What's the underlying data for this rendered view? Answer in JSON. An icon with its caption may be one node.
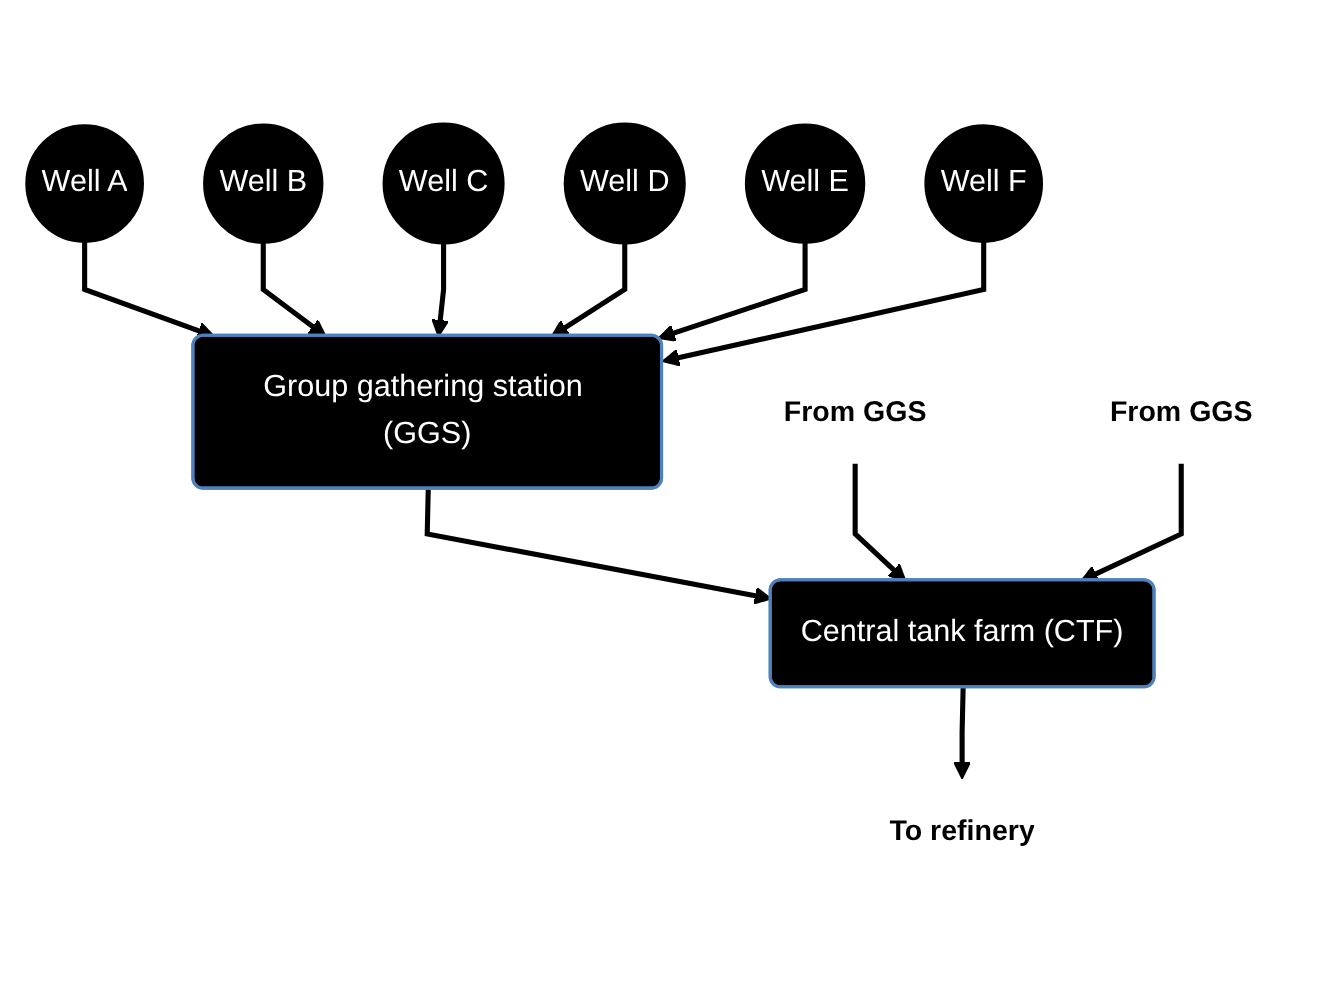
{
  "diagram": {
    "nodes": [
      {
        "text": [
          "Well A"
        ]
      },
      {
        "text": [
          "Well B"
        ]
      },
      {
        "text": [
          "Well C"
        ]
      },
      {
        "text": [
          "Group gathering station (GGS)"
        ]
      },
      {
        "text": [
          "Well D"
        ]
      },
      {
        "text": [
          "Well E"
        ]
      },
      {
        "text": [
          "Well F"
        ]
      },
      {
        "text": [
          "Central tank farm (CTF)"
        ]
      },
      {
        "text": [
          "From GGS"
        ]
      },
      {
        "text": [
          "From GGS"
        ]
      },
      {
        "text": [
          "To refinery"
        ]
      }
    ],
    "edges": [
      {
        "from": 0,
        "to": 3,
        "arrow": "to"
      },
      {
        "from": 1,
        "to": 3,
        "arrow": "to"
      },
      {
        "from": 2,
        "to": 3,
        "arrow": "to"
      },
      {
        "from": 4,
        "to": 3,
        "arrow": "to"
      },
      {
        "from": 5,
        "to": 3,
        "arrow": "to"
      },
      {
        "from": 6,
        "to": 3,
        "arrow": "to"
      },
      {
        "from": 3,
        "to": 7,
        "arrow": "to"
      },
      {
        "from": 8,
        "to": 7,
        "arrow": "to"
      },
      {
        "from": 9,
        "to": 7,
        "arrow": "to"
      },
      {
        "from": 7,
        "to": 10,
        "arrow": "to"
      }
    ]
  }
}
